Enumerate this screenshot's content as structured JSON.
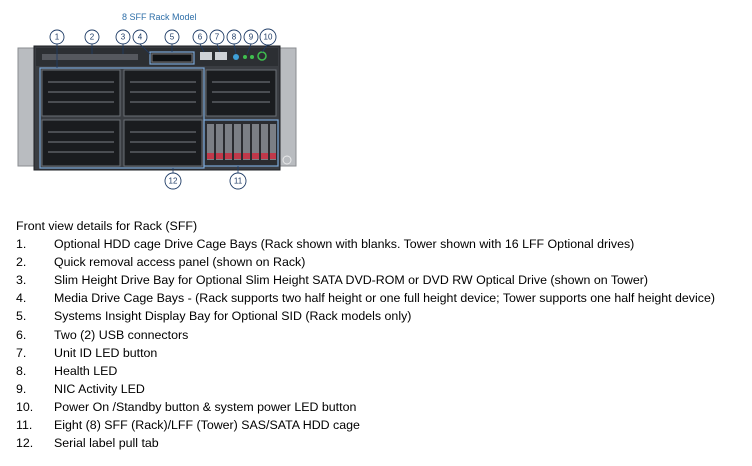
{
  "figure": {
    "title": "8 SFF Rack Model",
    "callouts": [
      "1",
      "2",
      "3",
      "4",
      "5",
      "6",
      "7",
      "8",
      "9",
      "10",
      "11",
      "12"
    ]
  },
  "details": {
    "heading": "Front view details for Rack (SFF)",
    "items": [
      {
        "num": "1.",
        "text": "Optional HDD cage Drive Cage Bays (Rack shown with blanks. Tower shown with 16 LFF Optional drives)"
      },
      {
        "num": "2.",
        "text": "Quick removal access panel (shown on Rack)"
      },
      {
        "num": "3.",
        "text": "Slim Height Drive Bay for Optional Slim Height SATA DVD-ROM or DVD RW Optical Drive (shown on Tower)"
      },
      {
        "num": "4.",
        "text": "Media Drive Cage Bays - (Rack supports two half height or one full height device; Tower supports one half height device)"
      },
      {
        "num": "5.",
        "text": "Systems Insight Display Bay for Optional SID (Rack models only)"
      },
      {
        "num": "6.",
        "text": "Two (2) USB connectors"
      },
      {
        "num": "7.",
        "text": "Unit ID LED button"
      },
      {
        "num": "8.",
        "text": "Health LED"
      },
      {
        "num": "9.",
        "text": "NIC Activity LED"
      },
      {
        "num": "10.",
        "text": "Power On /Standby button & system power LED button"
      },
      {
        "num": "11.",
        "text": "Eight (8) SFF (Rack)/LFF (Tower) SAS/SATA HDD cage"
      },
      {
        "num": "12.",
        "text": "Serial label pull tab"
      }
    ]
  },
  "colors": {
    "callout": "#1f3c66",
    "title": "#2f6fa8",
    "chassis": "#3a3d42",
    "rack_ear": "#b9bcc0",
    "drive_red": "#c0394a",
    "led_green": "#3fbf4f"
  },
  "icons": [
    "hpe-logo-icon",
    "usb-port-icon",
    "led-indicator-icon"
  ]
}
